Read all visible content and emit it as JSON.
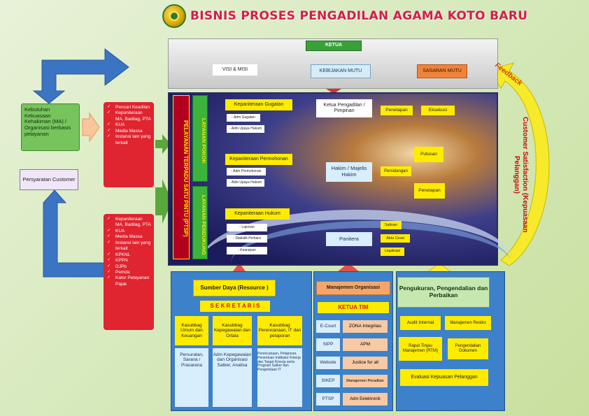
{
  "header": {
    "title": "BISNIS PROSES PENGADILAN AGAMA KOTO BARU"
  },
  "top": {
    "ketua": "KETUA",
    "visi_misi": "VISI & MISI",
    "kebijakan_mutu": "KEBIJAKAN MUTU",
    "sasaran_mutu": "SASARAN MUTU"
  },
  "left": {
    "kebutuhan": "Kebutuhan Kekuasaan Kehakiman (MA) / Organisasi berbasis pelayanan",
    "persyaratan": "Persyaratan Customer",
    "list1": [
      "Pencari Keadilan",
      "Kepaniteraan MA, Badilag, PTA",
      "KUA",
      "Media Massa",
      "Instansi lain yang terkait"
    ],
    "list2": [
      "Kepaniteraan MA, Badilag, PTA",
      "KUA",
      "Media Massa",
      "Instansi lain yang terkait",
      "KPKNL",
      "KPPN",
      "DJPb",
      "Pemda",
      "Kator Pelayanan Pajak"
    ]
  },
  "center": {
    "ptsp": "PELAYANAN TERPADU SATU PINTU (PTSP)",
    "layanan_pokok": "LAYANAN POKOK",
    "layanan_pendukung": "LAYANAN PENDUKUNG",
    "gugatan": {
      "title": "Kepaniteraan Gugatan",
      "items": [
        "- Adm Gugatan",
        "- Adm Upaya Hukum"
      ]
    },
    "permohonan": {
      "title": "Kepaniteraan Permohonan",
      "items": [
        "- Adm Permohonan",
        "- Adm Upaya Hukum"
      ]
    },
    "hukum": {
      "title": "Kepaniteraan Hukum",
      "items": [
        "- Laporan",
        "- Statistik Perkara",
        "- Kearsipan"
      ]
    },
    "ketua_pengadilan": "Ketua Pengadilan / Pimpinan",
    "penetapan_top": "Penetapan",
    "eksekusi": "Eksekusi",
    "hakim": "Hakim / Majelis Hakim",
    "persidangan": "Persidangan",
    "putusan": "Putusan",
    "penetapan_bottom": "Penetapan",
    "panitera": "Panitera",
    "salinan": "Salinan",
    "akta_cerai": "Akta Cerai",
    "legalisasi": "Legalisasi"
  },
  "resource": {
    "title": "Sumber Daya (Resource )",
    "sekretaris": "S E K R E T A R I S",
    "col1_head": "Kasubbag Umum dan Keuangan",
    "col1_body": "Persuratan, Sarana / Prasarana",
    "col2_head": "Kasubbag Kepegawaian dan Ortala",
    "col2_body": "Adm Kepegawaian dan Organisasi Satker, Analisa",
    "col3_head": "Kasubbag Perencanaan, IT dan pelaporan",
    "col3_body": "Perencanaan, Pelaporan, Penentuan Indikator Kinerja dan Target Kinerja serta Program Satker dan Pengelolaan IT"
  },
  "manajemen": {
    "title": "Manajemen Organisasi",
    "ketua_tim": "KETUA TIM",
    "rows": [
      {
        "left": "E-Court",
        "right": "ZONA Integritas"
      },
      {
        "left": "SIPP",
        "right": "APM"
      },
      {
        "left": "Website",
        "right": "Justice for all"
      },
      {
        "left": "SIKEP",
        "right": "Manajemen Peradilan"
      },
      {
        "left": "PTSP",
        "right": "Adm Eelektronik"
      }
    ]
  },
  "pengukuran": {
    "title": "Pengukuran, Pengendalian dan Perbaikan",
    "audit": "Audit Internal",
    "resiko": "Manajemen Resiko",
    "rtm": "Rapat Tinjau Manajemen (RTM)",
    "dokumen": "Pengendalian Dokumen",
    "evaluasi": "Evaluasi Kepuasan Pelanggan"
  },
  "right": {
    "satisfaction": "Customer Satisfaction (Kepuasaan Pelanggan)",
    "feedback": "Feedback"
  }
}
